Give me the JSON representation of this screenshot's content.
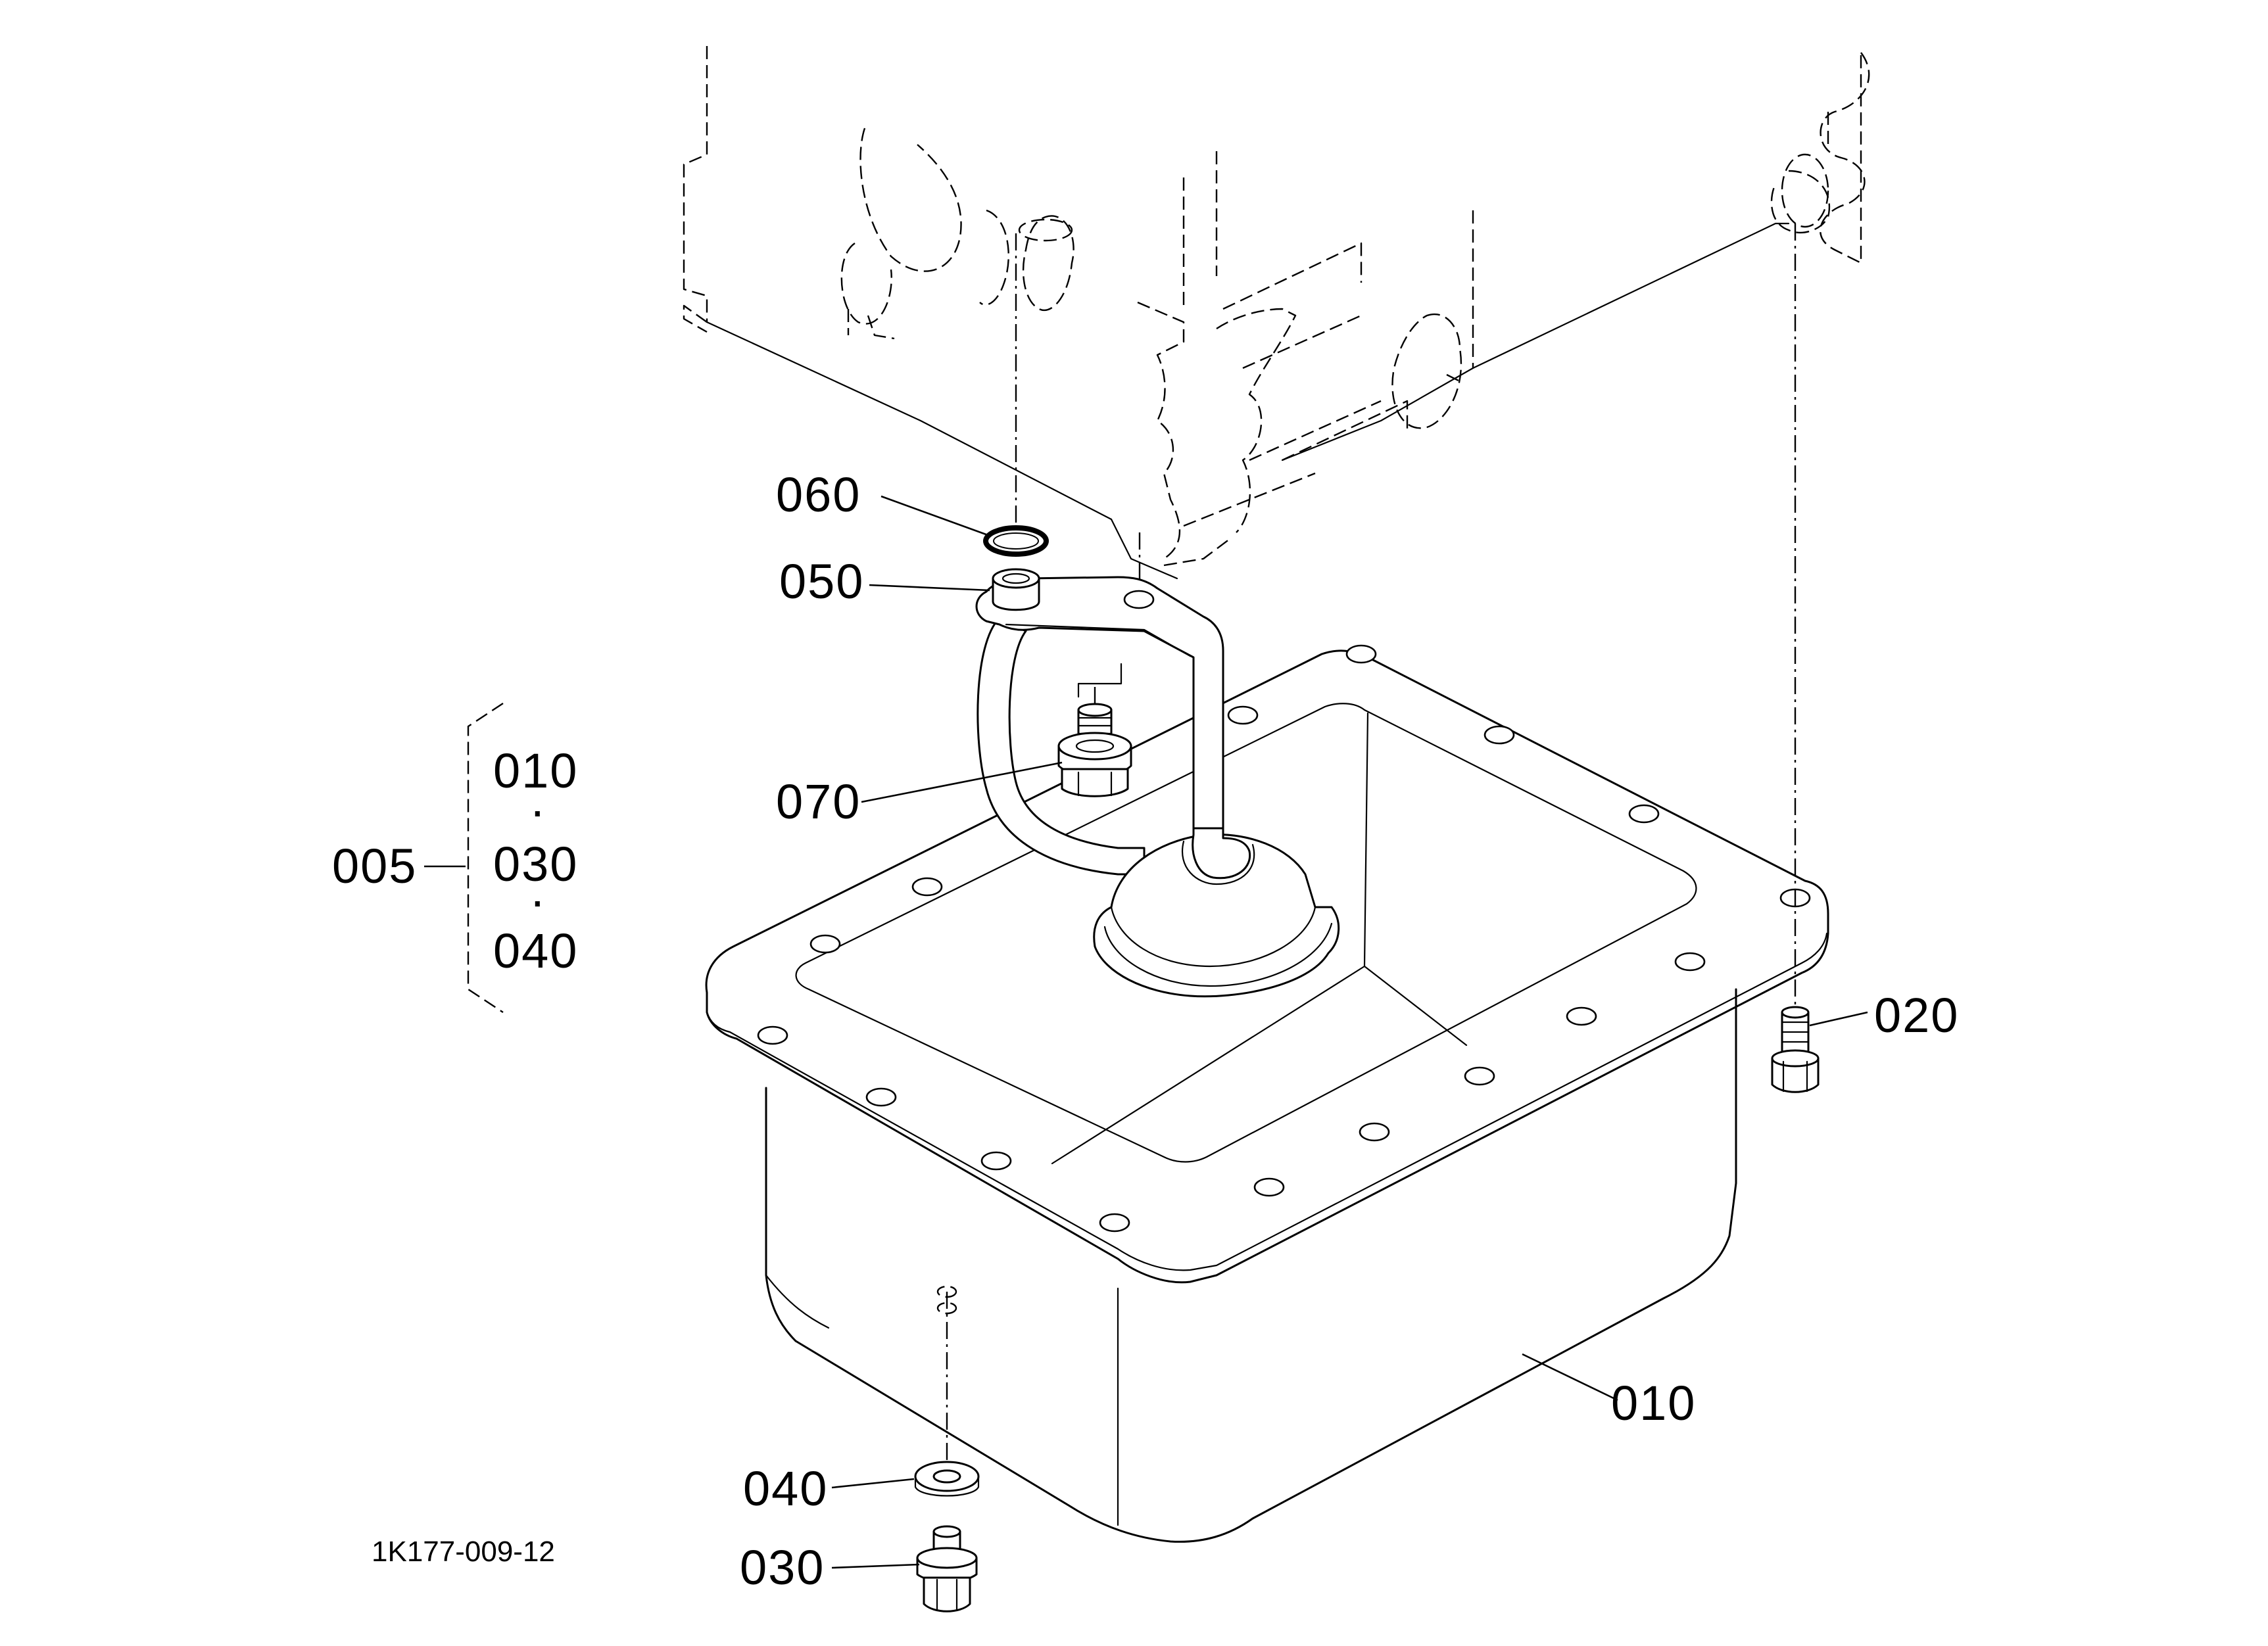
{
  "callouts": {
    "c060": "060",
    "c050": "050",
    "c070": "070",
    "c005": "005",
    "c010": "010",
    "c030": "030",
    "c040": "040",
    "c020": "020",
    "c010b": "010",
    "c040b": "040",
    "c030b": "030"
  },
  "figure_code": "1K177-009-12",
  "group_dot": "·"
}
